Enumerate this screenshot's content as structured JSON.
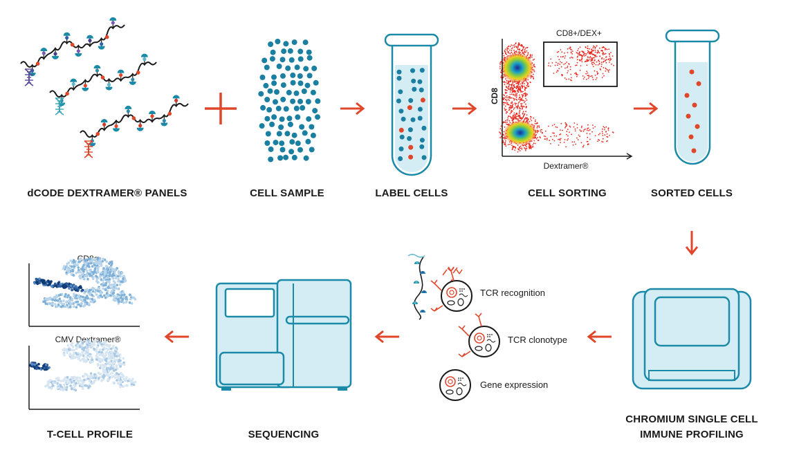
{
  "steps": {
    "panels": "dCODE DEXTRAMER® PANELS",
    "sample": "CELL SAMPLE",
    "label": "LABEL CELLS",
    "sorting": "CELL SORTING",
    "sorted": "SORTED CELLS",
    "chromium_line1": "CHROMIUM SINGLE CELL",
    "chromium_line2": "IMMUNE PROFILING",
    "sequencing": "SEQUENCING",
    "profile": "T-CELL PROFILE"
  },
  "flow_plot": {
    "gate_label": "CD8+/DEX+",
    "y_axis": "CD8",
    "x_axis": "Dextramer®"
  },
  "readouts": {
    "tcr_recognition": "TCR recognition",
    "tcr_clonotype": "TCR clonotype",
    "gene_expression": "Gene expression"
  },
  "profile_plots": {
    "top_title": "CD8a",
    "bottom_title": "CMV Dextramer®"
  },
  "colors": {
    "teal": "#1a8aa8",
    "orange": "#e0462a",
    "light_blue": "#d4edf4",
    "dark": "#1a1a1a"
  }
}
